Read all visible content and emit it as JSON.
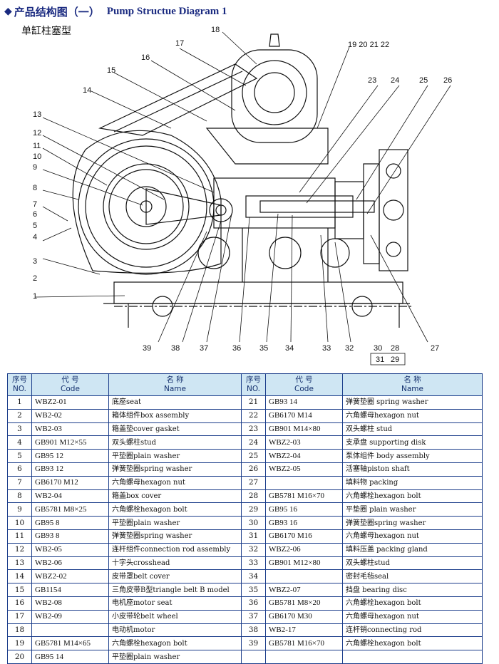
{
  "header": {
    "icon": "diamond-bullet-icon",
    "title_cn": "产品结构图（一）",
    "title_en": "Pump Structue Diagram 1",
    "subtitle": "单缸柱塞型",
    "accent_color": "#1a2a80"
  },
  "diagram": {
    "callouts_top": [
      "18",
      "17",
      "16",
      "15",
      "14",
      "19 20 21 22",
      "23",
      "24",
      "25",
      "26"
    ],
    "callouts_left": [
      "13",
      "12",
      "11",
      "10",
      "9",
      "8",
      "7",
      "6",
      "5",
      "4",
      "3",
      "2",
      "1"
    ],
    "callouts_bottom": [
      "39",
      "38",
      "37",
      "36",
      "35",
      "34",
      "33",
      "32",
      "30",
      "28",
      "31",
      "29",
      "27"
    ]
  },
  "table": {
    "header_bg": "#cfe6f3",
    "columns": {
      "no": "序号\nNO.",
      "code": "代 号\nCode",
      "name": "名 称\nName"
    },
    "rows": [
      [
        {
          "no": "1",
          "code": "WBZ2-01",
          "name": "底座seat"
        },
        {
          "no": "21",
          "code": "GB93 14",
          "name": "弹簧垫圈 spring washer"
        }
      ],
      [
        {
          "no": "2",
          "code": "WB2-02",
          "name": "箱体组件box assembly"
        },
        {
          "no": "22",
          "code": "GB6170 M14",
          "name": "六角螺母hexagon nut"
        }
      ],
      [
        {
          "no": "3",
          "code": "WB2-03",
          "name": "箱盖垫cover gasket"
        },
        {
          "no": "23",
          "code": "GB901 M14×80",
          "name": "双头螺柱 stud"
        }
      ],
      [
        {
          "no": "4",
          "code": "GB901 M12×55",
          "name": "双头螺柱stud"
        },
        {
          "no": "24",
          "code": "WBZ2-03",
          "name": "支承盘 supporting disk"
        }
      ],
      [
        {
          "no": "5",
          "code": "GB95 12",
          "name": "平垫圈plain washer"
        },
        {
          "no": "25",
          "code": "WBZ2-04",
          "name": "泵体组件 body assembly"
        }
      ],
      [
        {
          "no": "6",
          "code": "GB93 12",
          "name": "弹簧垫圈spring washer"
        },
        {
          "no": "26",
          "code": "WBZ2-05",
          "name": "活塞轴piston shaft"
        }
      ],
      [
        {
          "no": "7",
          "code": "GB6170 M12",
          "name": "六角螺母hexagon nut"
        },
        {
          "no": "27",
          "code": "",
          "name": "填料物 packing"
        }
      ],
      [
        {
          "no": "8",
          "code": "WB2-04",
          "name": "箱盖box cover"
        },
        {
          "no": "28",
          "code": "GB5781 M16×70",
          "name": "六角螺栓hexagon bolt"
        }
      ],
      [
        {
          "no": "9",
          "code": "GB5781 M8×25",
          "name": "六角螺栓hexagon bolt"
        },
        {
          "no": "29",
          "code": "GB95 16",
          "name": "平垫圈 plain washer"
        }
      ],
      [
        {
          "no": "10",
          "code": "GB95 8",
          "name": "平垫圈plain washer"
        },
        {
          "no": "30",
          "code": "GB93 16",
          "name": "弹簧垫圈spring washer"
        }
      ],
      [
        {
          "no": "11",
          "code": "GB93 8",
          "name": "弹簧垫圈spring washer"
        },
        {
          "no": "31",
          "code": "GB6170 M16",
          "name": "六角螺母hexagon nut"
        }
      ],
      [
        {
          "no": "12",
          "code": "WB2-05",
          "name": "连杆组件connection rod assembly"
        },
        {
          "no": "32",
          "code": "WBZ2-06",
          "name": "填料压盖 packing gland"
        }
      ],
      [
        {
          "no": "13",
          "code": "WB2-06",
          "name": "十字头crosshead"
        },
        {
          "no": "33",
          "code": "GB901 M12×80",
          "name": "双头螺柱stud"
        }
      ],
      [
        {
          "no": "14",
          "code": "WBZ2-02",
          "name": "皮带罩belt cover"
        },
        {
          "no": "34",
          "code": "",
          "name": "密封毛毡seal"
        }
      ],
      [
        {
          "no": "15",
          "code": "GB1154",
          "name": "三角皮带B型triangle belt B model"
        },
        {
          "no": "35",
          "code": "WBZ2-07",
          "name": "挡盘 bearing disc"
        }
      ],
      [
        {
          "no": "16",
          "code": "WB2-08",
          "name": "电机座motor seat"
        },
        {
          "no": "36",
          "code": "GB5781 M8×20",
          "name": "六角螺栓hexagon bolt"
        }
      ],
      [
        {
          "no": "17",
          "code": "WB2-09",
          "name": "小皮带轮belt wheel"
        },
        {
          "no": "37",
          "code": "GB6170 M30",
          "name": "六角螺母hexagon nut"
        }
      ],
      [
        {
          "no": "18",
          "code": "",
          "name": "电动机motor"
        },
        {
          "no": "38",
          "code": "WB2-17",
          "name": "连杆销connecting rod"
        }
      ],
      [
        {
          "no": "19",
          "code": "GB5781 M14×65",
          "name": "六角螺栓hexagon bolt"
        },
        {
          "no": "39",
          "code": "GB5781 M16×70",
          "name": "六角螺栓hexagon bolt"
        }
      ],
      [
        {
          "no": "20",
          "code": "GB95 14",
          "name": "平垫圈plain washer"
        },
        {
          "no": "",
          "code": "",
          "name": ""
        }
      ]
    ]
  }
}
